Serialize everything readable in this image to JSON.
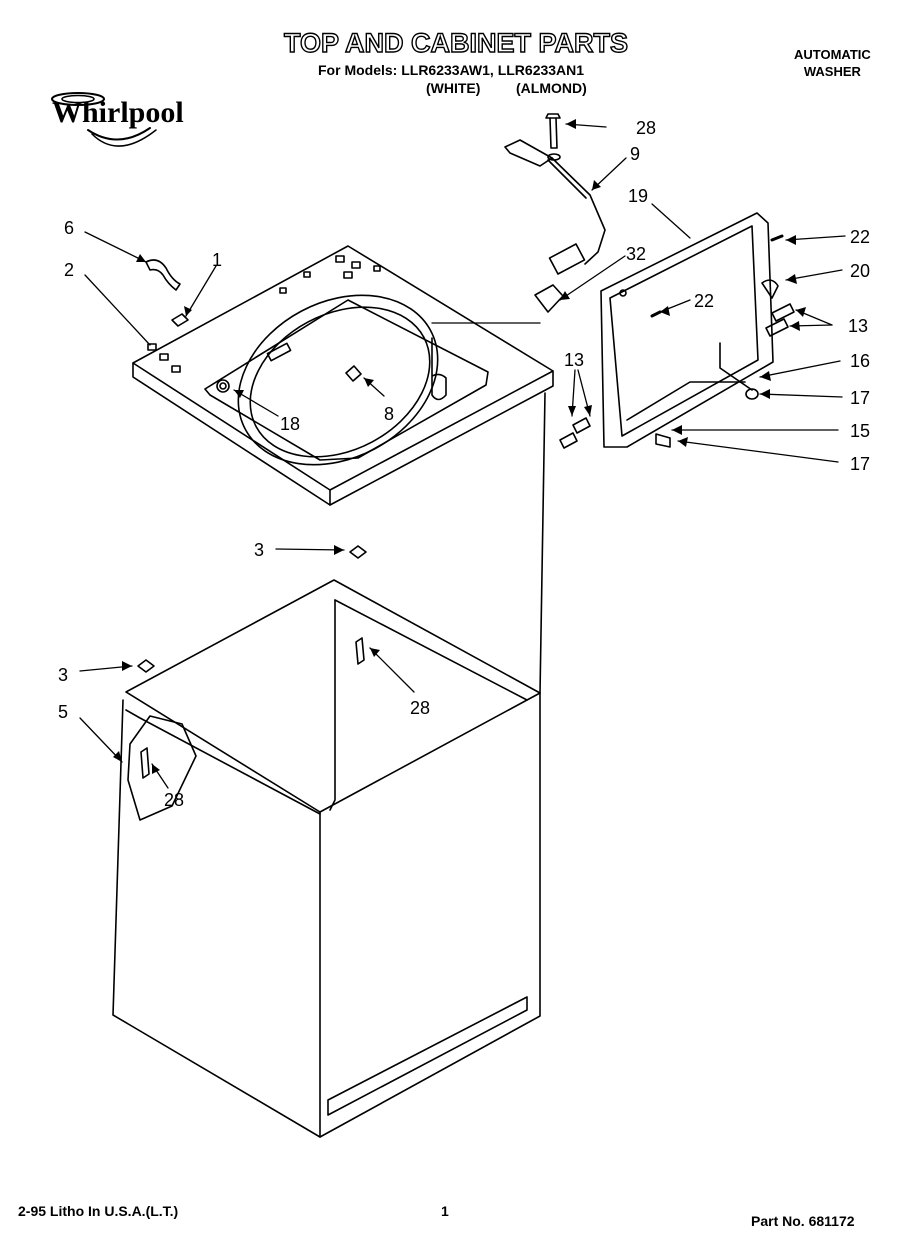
{
  "header": {
    "title": "TOP AND CABINET PARTS",
    "models_line": "For Models: LLR6233AW1, LLR6233AN1",
    "color_white": "(WHITE)",
    "color_almond": "(ALMOND)",
    "right_line1": "AUTOMATIC",
    "right_line2": "WASHER",
    "brand": "Whirlpool"
  },
  "callouts": {
    "c28a": "28",
    "c9": "9",
    "c19": "19",
    "c22a": "22",
    "c6": "6",
    "c1": "1",
    "c2": "2",
    "c32": "32",
    "c20": "20",
    "c22b": "22",
    "c13a": "13",
    "c16": "16",
    "c13b": "13",
    "c8": "8",
    "c18": "18",
    "c17a": "17",
    "c15": "15",
    "c17b": "17",
    "c3a": "3",
    "c28b": "28",
    "c3b": "3",
    "c5": "5",
    "c28c": "28"
  },
  "footer": {
    "left": "2-95 Litho In U.S.A.(L.T.)",
    "page": "1",
    "part": "Part No. 681172"
  }
}
